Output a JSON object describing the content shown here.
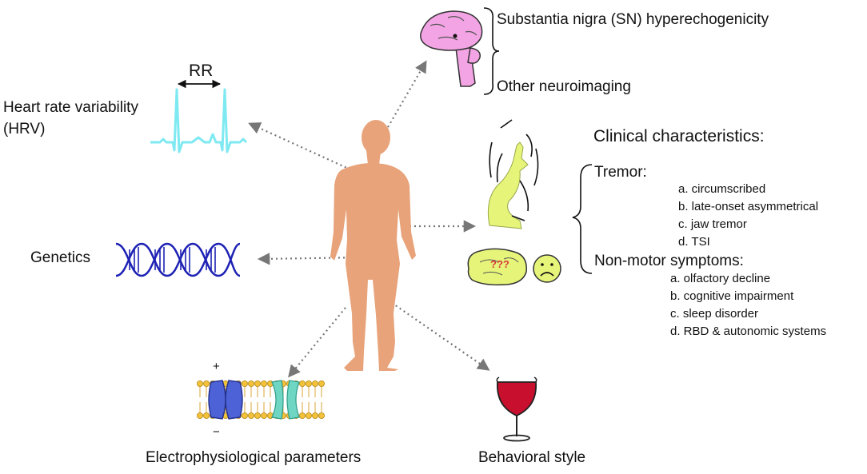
{
  "labels": {
    "rr": "RR",
    "hrv_line1": "Heart rate variability",
    "hrv_line2": "(HRV)",
    "sn": "Substantia nigra (SN) hyperechogenicity",
    "other_neuro": "Other neuroimaging",
    "genetics": "Genetics",
    "electro": "Electrophysiological parameters",
    "behavioral": "Behavioral style",
    "plus": "+",
    "minus": "−",
    "question_marks": "???"
  },
  "clinical": {
    "title": "Clinical characteristics:",
    "tremor": {
      "heading": "Tremor:",
      "items": [
        "a. circumscribed",
        "b. late-onset asymmetrical",
        "c. jaw tremor",
        "d. TSI"
      ]
    },
    "nonmotor": {
      "heading": "Non-motor symptoms:",
      "items": [
        "a. olfactory decline",
        "b. cognitive impairment",
        "c. sleep disorder",
        "d. RBD & autonomic systems"
      ]
    }
  },
  "colors": {
    "body": "#E8A37A",
    "ecg": "#7FE9F2",
    "dna": "#1E22B4",
    "brain": "#F3A4E4",
    "wine": "#C8102E",
    "arm": "#E6F57A",
    "channel_blue": "#4D62D6",
    "channel_teal": "#6FD6C3",
    "membrane": "#F2C23A"
  },
  "icons": [
    "human-body-icon",
    "ecg-icon",
    "brain-icon",
    "dna-icon",
    "tremor-arm-icon",
    "confused-brain-icon",
    "sad-face-icon",
    "membrane-icon",
    "wine-glass-icon"
  ]
}
